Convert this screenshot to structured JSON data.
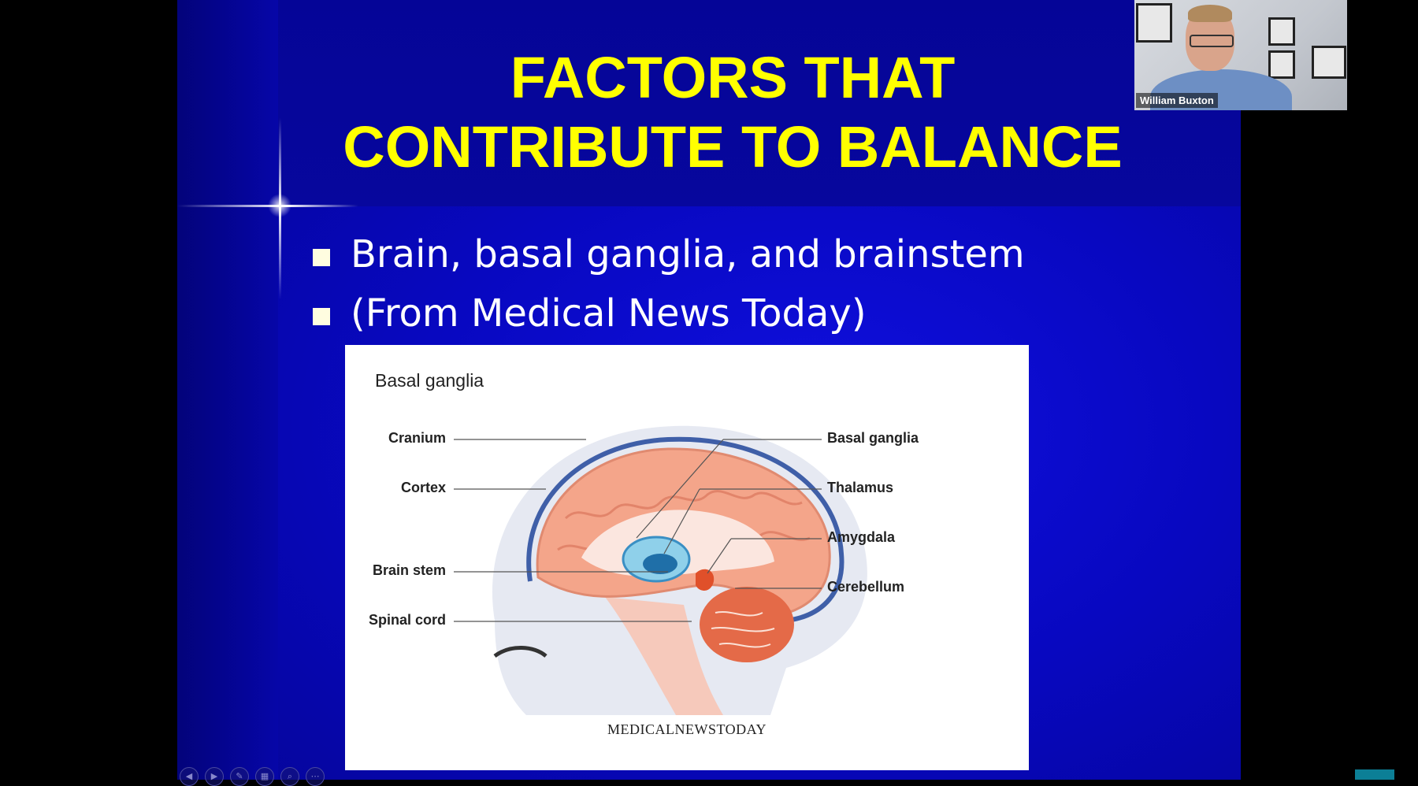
{
  "slide": {
    "title_line1": "FACTORS THAT",
    "title_line2": "CONTRIBUTE TO BALANCE",
    "bullets": [
      "Brain, basal ganglia, and brainstem",
      "(From Medical News Today)"
    ]
  },
  "figure": {
    "title": "Basal ganglia",
    "labels_left": [
      "Cranium",
      "Cortex",
      "Brain stem",
      "Spinal cord"
    ],
    "labels_right": [
      "Basal ganglia",
      "Thalamus",
      "Amygdala",
      "Cerebellum"
    ],
    "credit": "MEDICALNEWSTODAY"
  },
  "participant": {
    "name": "William Buxton"
  },
  "controls": {
    "icons": [
      "prev-icon",
      "next-icon",
      "pen-icon",
      "slides-icon",
      "zoom-icon",
      "more-icon"
    ],
    "glyphs": [
      "◀",
      "▶",
      "✎",
      "▦",
      "⌕",
      "⋯"
    ]
  },
  "colors": {
    "title": "#ffff00",
    "slide_bg": "#0808c0",
    "cortex": "#f4a58a",
    "basal_ganglia": "#5ab4d8",
    "amygdala": "#e0502a"
  }
}
